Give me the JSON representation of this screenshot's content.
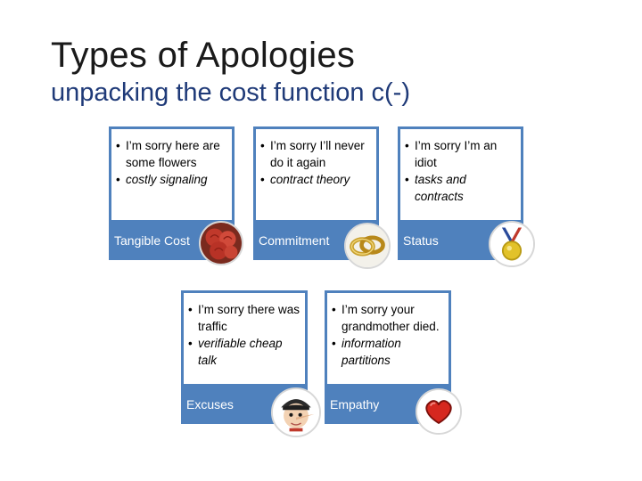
{
  "slide": {
    "title": "Types of Apologies",
    "subtitle": "unpacking the cost function c(-)"
  },
  "colors": {
    "accent": "#4f81bd",
    "subtitle": "#1f3a78"
  },
  "cards": [
    {
      "label": "Tangible Cost",
      "icon": "roses-icon",
      "bullets": [
        {
          "text": "I’m sorry here are some flowers",
          "italic": false
        },
        {
          "text": "costly signaling",
          "italic": true
        }
      ]
    },
    {
      "label": "Commitment",
      "icon": "wedding-rings-icon",
      "bullets": [
        {
          "text": "I’m sorry I’ll never do it again",
          "italic": false
        },
        {
          "text": "contract theory",
          "italic": true
        }
      ]
    },
    {
      "label": "Status",
      "icon": "medal-icon",
      "bullets": [
        {
          "text": "I’m sorry I’m an idiot",
          "italic": false
        },
        {
          "text": "tasks and contracts",
          "italic": true
        }
      ]
    },
    {
      "label": "Excuses",
      "icon": "pinocchio-icon",
      "bullets": [
        {
          "text": "I’m sorry there was traffic",
          "italic": false
        },
        {
          "text": "verifiable cheap talk",
          "italic": true
        }
      ]
    },
    {
      "label": "Empathy",
      "icon": "heart-icon",
      "bullets": [
        {
          "text": "I’m sorry your grandmother died.",
          "italic": false
        },
        {
          "text": "information partitions",
          "italic": true
        }
      ]
    }
  ]
}
